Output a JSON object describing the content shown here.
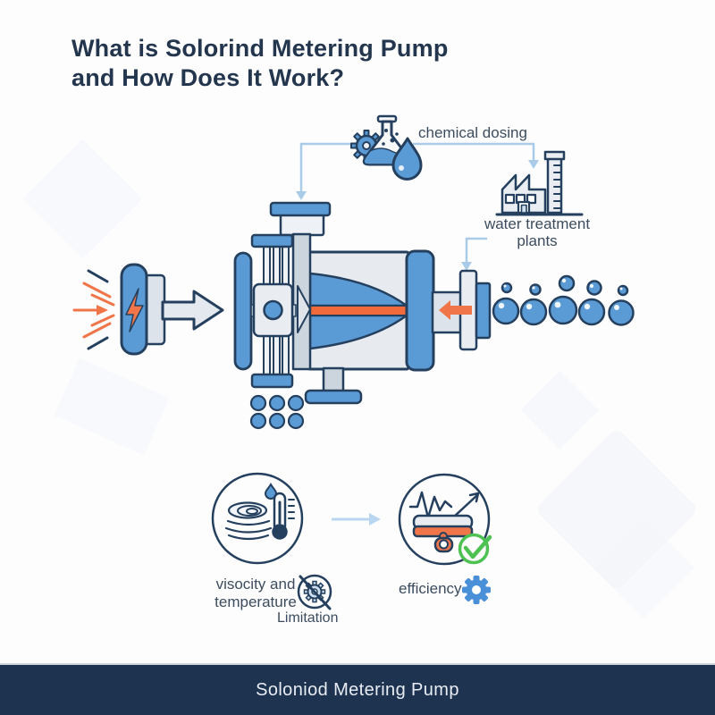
{
  "title": {
    "line1": "What is Solorind Metering Pump",
    "line2": "and How Does It Work?"
  },
  "annotations": {
    "chemical_dosing": "chemical dosing",
    "water_treatment_plants": "water treatment plants",
    "viscosity_temperature": "visocity and temperature",
    "limitation": "Limitation",
    "efficiency": "efficiency"
  },
  "footer": {
    "title": "Soloniod Metering Pump"
  },
  "icons": {
    "chemical_dosing": "flask-with-gear-and-drop-icon",
    "water_treatment": "factory-icon",
    "power_input": "lightning-bolt-burst-icon",
    "viscosity": "coil-and-thermometer-icon",
    "limitation": "crossed-out-gear-icon",
    "efficiency": "pulse-arrow-checkmark-icon",
    "efficiency_gear": "gear-icon"
  },
  "colors": {
    "navy_outline": "#25405e",
    "title_text": "#23364e",
    "label_text": "#3c4c5e",
    "pump_blue": "#5b9bd5",
    "orange": "#f0764a",
    "connector_blue": "#a9cbe8",
    "light_gray_fill": "#e7ebf0",
    "green_check": "#4dc152",
    "footer_background": "#1d3350",
    "footer_text": "#e9edf3"
  }
}
